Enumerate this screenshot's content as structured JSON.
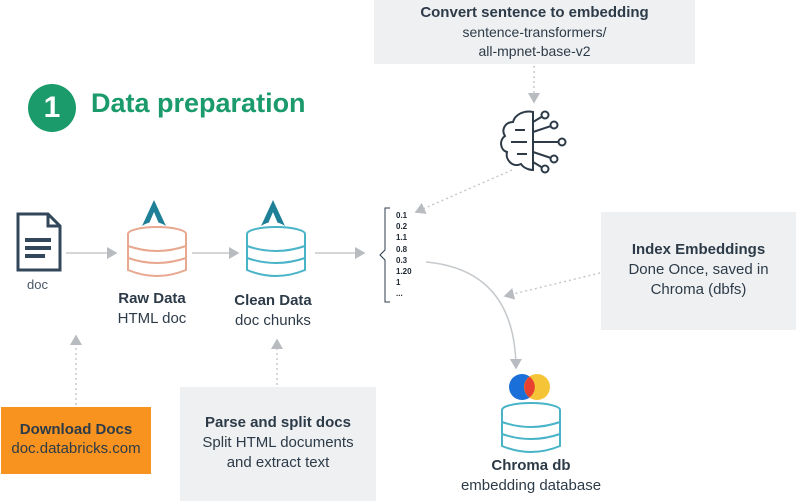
{
  "embed_box": {
    "title": "Convert sentence to embedding",
    "line1": "sentence-transformers/",
    "line2": "all-mpnet-base-v2"
  },
  "step": {
    "number": "1",
    "title": "Data preparation"
  },
  "doc": {
    "label": "doc"
  },
  "raw": {
    "title": "Raw Data",
    "subtitle": "HTML doc"
  },
  "clean": {
    "title": "Clean Data",
    "subtitle": "doc chunks"
  },
  "vector": [
    "0.1",
    "0.2",
    "1.1",
    "0.8",
    "0.3",
    "1.20",
    "1",
    "..."
  ],
  "index_box": {
    "title": "Index Embeddings",
    "line1": "Done Once, saved in",
    "line2": "Chroma (dbfs)"
  },
  "download": {
    "title": "Download Docs",
    "url": "doc.databricks.com"
  },
  "parse_box": {
    "title": "Parse and split docs",
    "line1": "Split HTML documents",
    "line2": "and extract text"
  },
  "chroma": {
    "title": "Chroma db",
    "subtitle": "embedding database"
  },
  "colors": {
    "green": "#1b9a6c",
    "orange": "#f7931e",
    "raw_db": "#e8a890",
    "clean_db": "#49b4c8",
    "teal_logo": "#1f7f96",
    "doc_icon": "#33475b"
  }
}
